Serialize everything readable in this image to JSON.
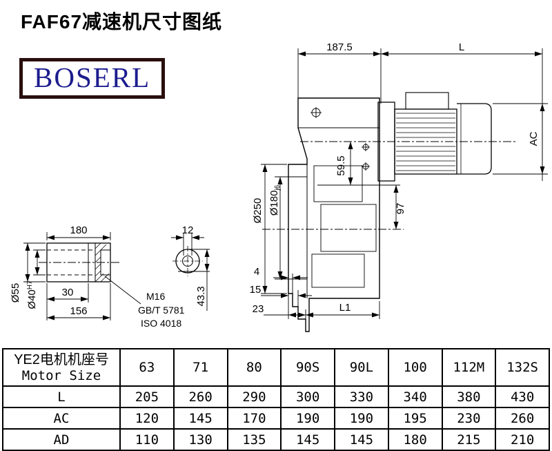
{
  "page": {
    "title": "FAF67减速机尺寸图纸"
  },
  "brand": {
    "name": "BOSERL"
  },
  "drawing": {
    "dim_top_width": "187.5",
    "dim_motor_length": "L",
    "dim_motor_height": "AC",
    "dim_flange_outer": "Ø250",
    "dim_flange_spigot": {
      "main": "Ø180",
      "tol": "j6"
    },
    "dim_59_5": "59.5",
    "dim_97": "97",
    "dim_4": "4",
    "dim_15": "15",
    "dim_23": "23",
    "dim_L1": "L1"
  },
  "shaft_detail": {
    "dim_length": "180",
    "dim_key": "12",
    "dim_outer": "Ø55",
    "dim_bore": {
      "main": "Ø40",
      "tol": "H7"
    },
    "dim_30": "30",
    "dim_156": "156",
    "note_thread": "M16",
    "note_gb": "GB/T 5781",
    "note_iso": "ISO 4018",
    "dim_43_3": "43.3"
  },
  "table": {
    "header_cn": "YE2电机机座号",
    "header_en": "Motor Size",
    "sizes": [
      "63",
      "71",
      "80",
      "90S",
      "90L",
      "100",
      "112M",
      "132S"
    ],
    "rows": [
      {
        "label": "L",
        "values": [
          "205",
          "260",
          "290",
          "300",
          "330",
          "340",
          "380",
          "430"
        ]
      },
      {
        "label": "AC",
        "values": [
          "120",
          "145",
          "170",
          "190",
          "190",
          "195",
          "230",
          "260"
        ]
      },
      {
        "label": "AD",
        "values": [
          "110",
          "130",
          "135",
          "145",
          "145",
          "180",
          "215",
          "210"
        ]
      }
    ]
  }
}
